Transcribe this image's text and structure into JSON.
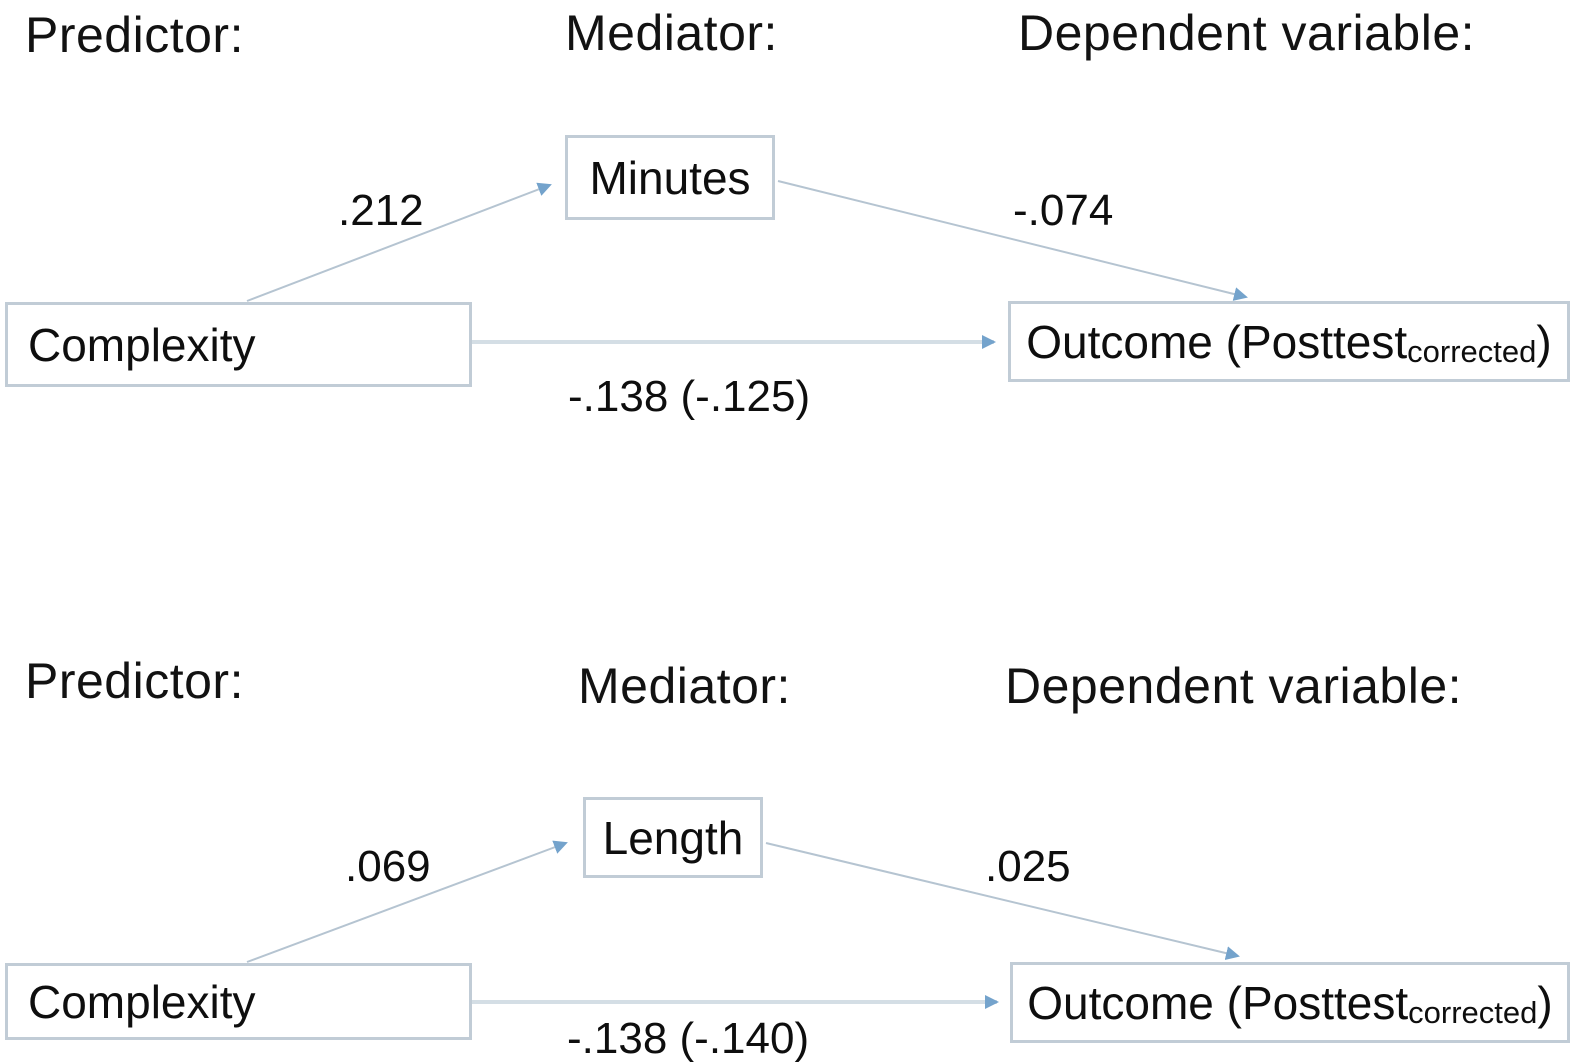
{
  "theme": {
    "box_border_color": "#c1ccd6",
    "diagonal_line_color": "#b5c4d1",
    "direct_line_color": "#d4dee5",
    "arrowhead_color": "#74a3cc",
    "text_color": "#111111"
  },
  "panels": [
    {
      "headers": {
        "predictor": "Predictor:",
        "mediator": "Mediator:",
        "dependent": "Dependent variable:"
      },
      "boxes": {
        "predictor": "Complexity",
        "mediator": "Minutes",
        "outcome_main": "Outcome (Posttest",
        "outcome_sub": "corrected",
        "outcome_close": ")"
      },
      "coefficients": {
        "predictor_to_mediator": ".212",
        "mediator_to_outcome": "-.074",
        "direct_effect": "-.138 (-.125)"
      }
    },
    {
      "headers": {
        "predictor": "Predictor:",
        "mediator": "Mediator:",
        "dependent": "Dependent variable:"
      },
      "boxes": {
        "predictor": "Complexity",
        "mediator": "Length",
        "outcome_main": "Outcome (Posttest",
        "outcome_sub": "corrected",
        "outcome_close": ")"
      },
      "coefficients": {
        "predictor_to_mediator": ".069",
        "mediator_to_outcome": ".025",
        "direct_effect": "-.138 (-.140)"
      }
    }
  ]
}
